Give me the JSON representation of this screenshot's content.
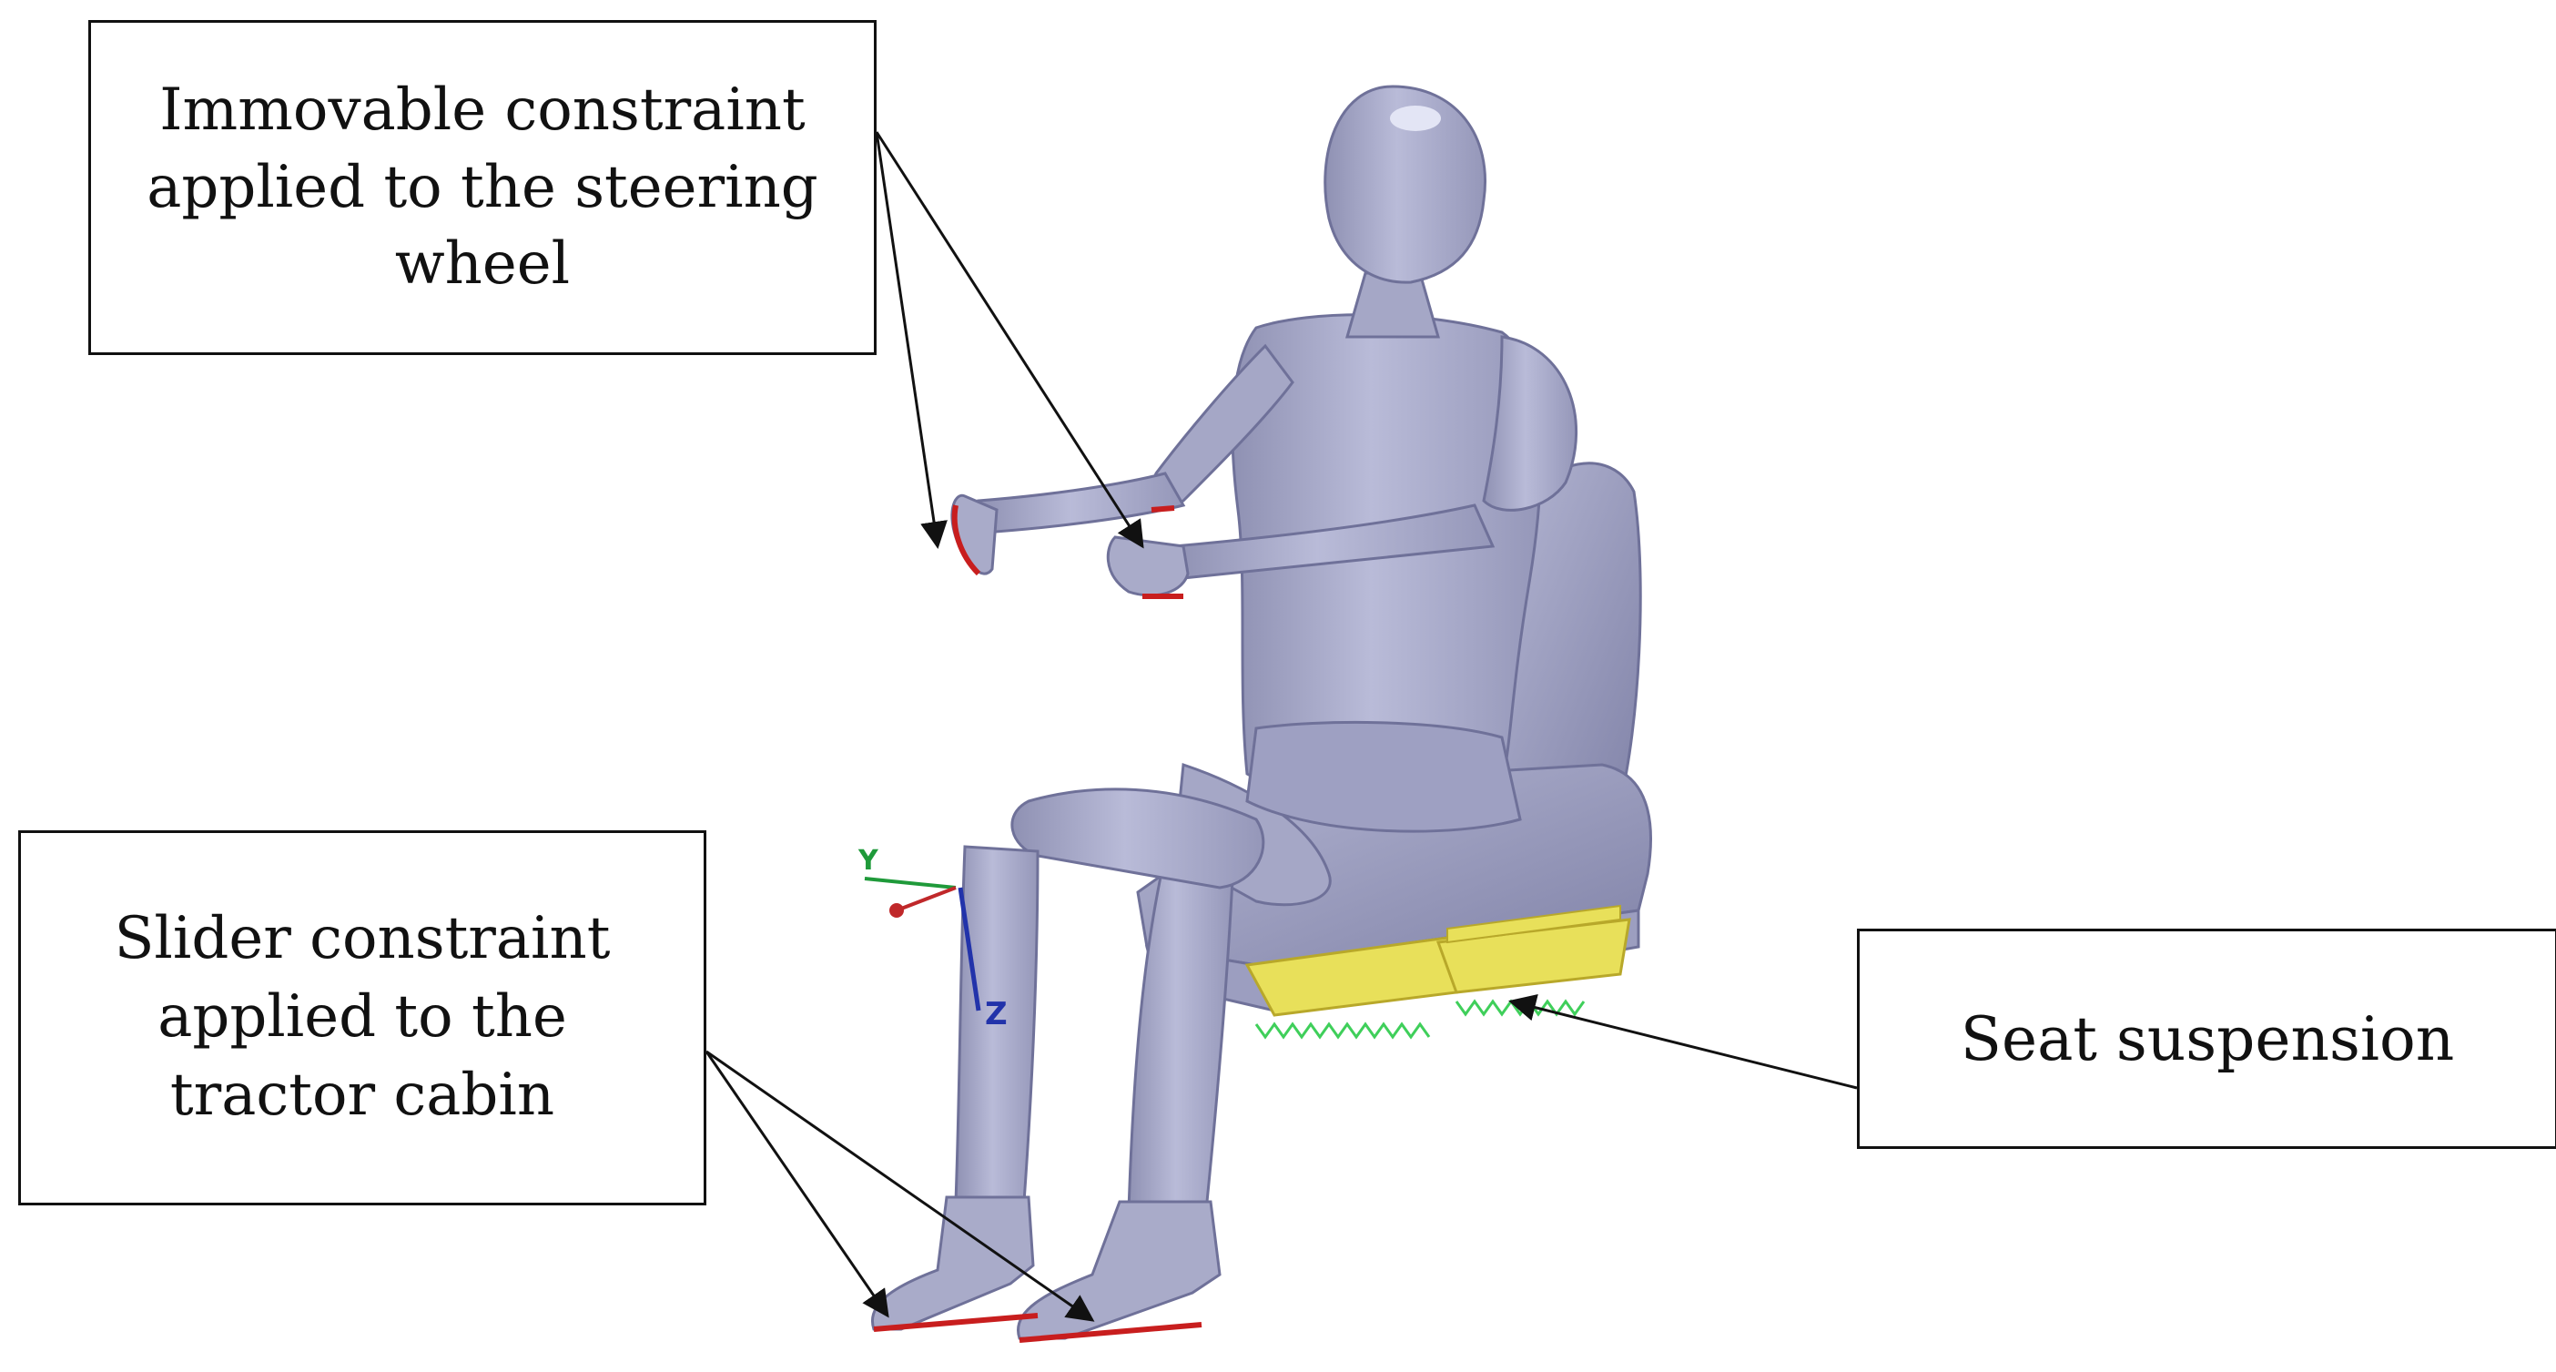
{
  "figure": {
    "callouts": [
      {
        "id": "steering",
        "lines": [
          "Immovable constraint",
          "applied to the steering",
          "wheel"
        ]
      },
      {
        "id": "cabin",
        "lines": [
          "Slider constraint",
          "applied to the",
          "tractor cabin"
        ]
      },
      {
        "id": "seat",
        "lines": [
          "Seat suspension"
        ]
      }
    ],
    "triad": {
      "y_label": "Y",
      "z_label": "Z"
    },
    "colors": {
      "body": "#a9abc9",
      "body_shadow": "#8b8daf",
      "body_highlight": "#d9dbef",
      "constraint_red": "#c81e1e",
      "suspension_yellow": "#e8e05a",
      "spring_green": "#3fcf5a",
      "axis_y": "#1f9a3a",
      "axis_z": "#2233aa",
      "axis_x": "#c0282a"
    }
  }
}
